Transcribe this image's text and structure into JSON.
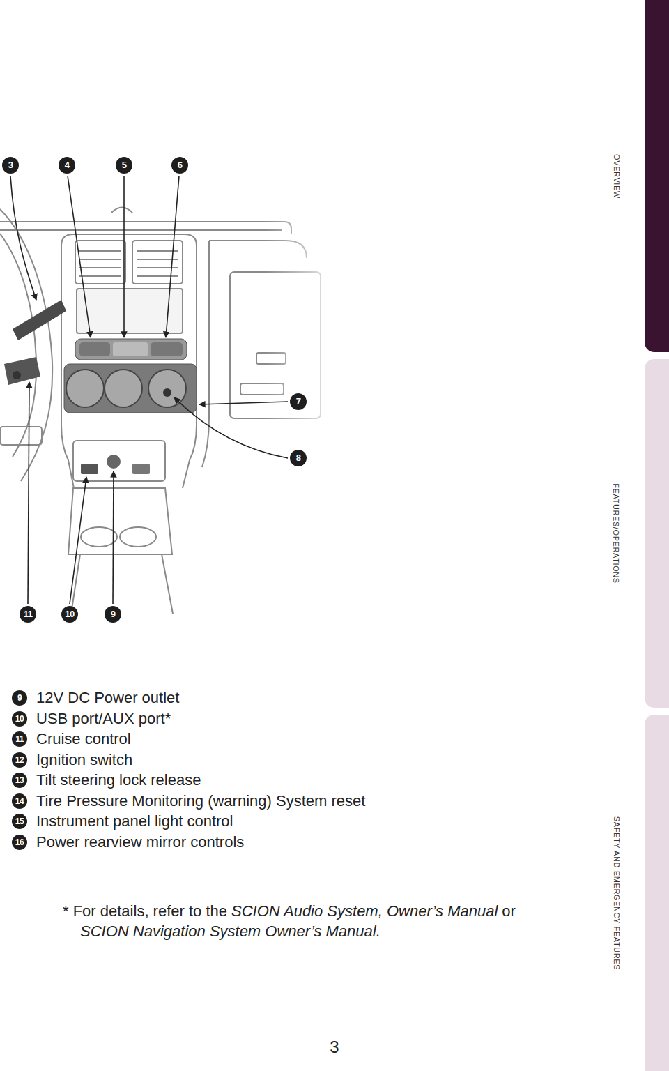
{
  "diagram": {
    "nodes": [
      {
        "text": [
          "OVERVIEW"
        ]
      },
      {
        "text": [
          "FEATURES/OPERATIONS"
        ]
      },
      {
        "text": [
          "SAFETY AND EMERGENCY FEATURES"
        ]
      }
    ],
    "labels": [
      "3",
      "4",
      "5",
      "6",
      "7",
      "8",
      "11",
      "10",
      "9",
      "9",
      "12V DC Power outlet",
      "10",
      "USB port/AUX port*",
      "11",
      "Cruise control",
      "12",
      "Ignition switch",
      "13",
      "Tilt steering lock release",
      "14",
      "Tire Pressure Monitoring (warning) System reset",
      "15",
      "Instrument panel light control",
      "16",
      "Power rearview mirror controls",
      "* For details, refer to the",
      "SCION Audio System, Owner’s Manual",
      "or",
      "SCION Navigation System Owner’s Manual",
      ".",
      "3"
    ]
  }
}
